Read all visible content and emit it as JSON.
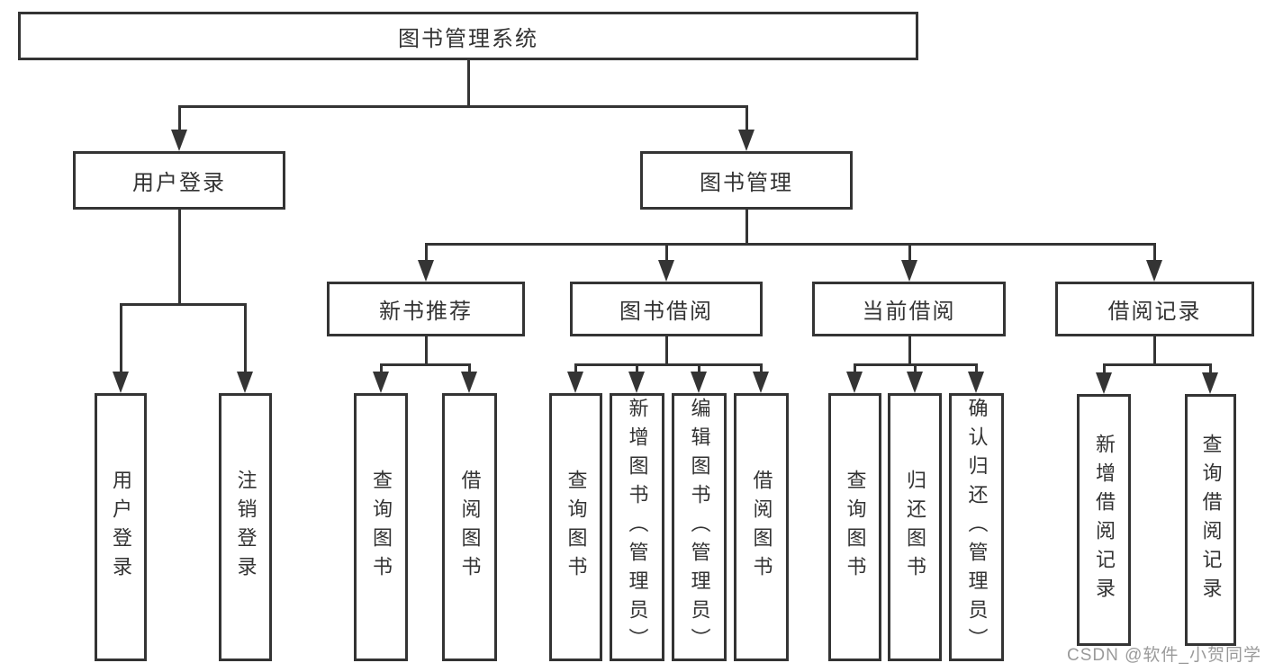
{
  "tree": {
    "label": "图书管理系统",
    "children": [
      {
        "label": "用户登录",
        "children": [
          {
            "label": "用户登录"
          },
          {
            "label": "注销登录"
          }
        ]
      },
      {
        "label": "图书管理",
        "children": [
          {
            "label": "新书推荐",
            "children": [
              {
                "label": "查询图书"
              },
              {
                "label": "借阅图书"
              }
            ]
          },
          {
            "label": "图书借阅",
            "children": [
              {
                "label": "查询图书"
              },
              {
                "label": "新增图书（管理员）"
              },
              {
                "label": "编辑图书（管理员）"
              },
              {
                "label": "借阅图书"
              }
            ]
          },
          {
            "label": "当前借阅",
            "children": [
              {
                "label": "查询图书"
              },
              {
                "label": "归还图书"
              },
              {
                "label": "确认归还（管理员）"
              }
            ]
          },
          {
            "label": "借阅记录",
            "children": [
              {
                "label": "新增借阅记录"
              },
              {
                "label": "查询借阅记录"
              }
            ]
          }
        ]
      }
    ]
  },
  "watermark": {
    "text": "CSDN @软件_小贺同学"
  },
  "colors": {
    "line": "#343434",
    "text": "#333333",
    "watermark": "#9a9a9a",
    "background": "#ffffff"
  }
}
